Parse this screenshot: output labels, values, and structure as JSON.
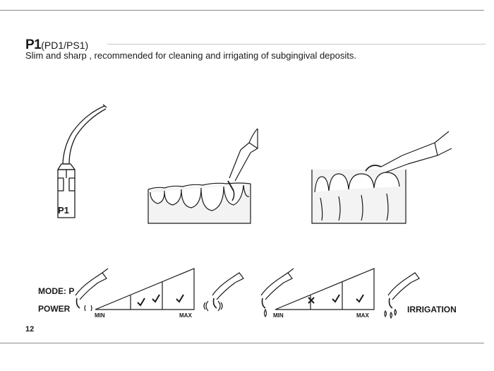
{
  "header": {
    "title": "P1",
    "title_suffix": "(PD1/PS1)",
    "description": "Slim and sharp , recommended for cleaning and irrigating of subgingival deposits."
  },
  "tip_illustration": {
    "engraving": "P1"
  },
  "settings": {
    "mode_label": "MODE: P",
    "power": {
      "label": "POWER",
      "min_label": "MIN",
      "max_label": "MAX",
      "levels": [
        "check",
        "check",
        "check"
      ]
    },
    "irrigation": {
      "label": "IRRIGATION",
      "min_label": "MIN",
      "max_label": "MAX",
      "levels": [
        "cross",
        "check",
        "check"
      ]
    }
  },
  "page_number": "12"
}
